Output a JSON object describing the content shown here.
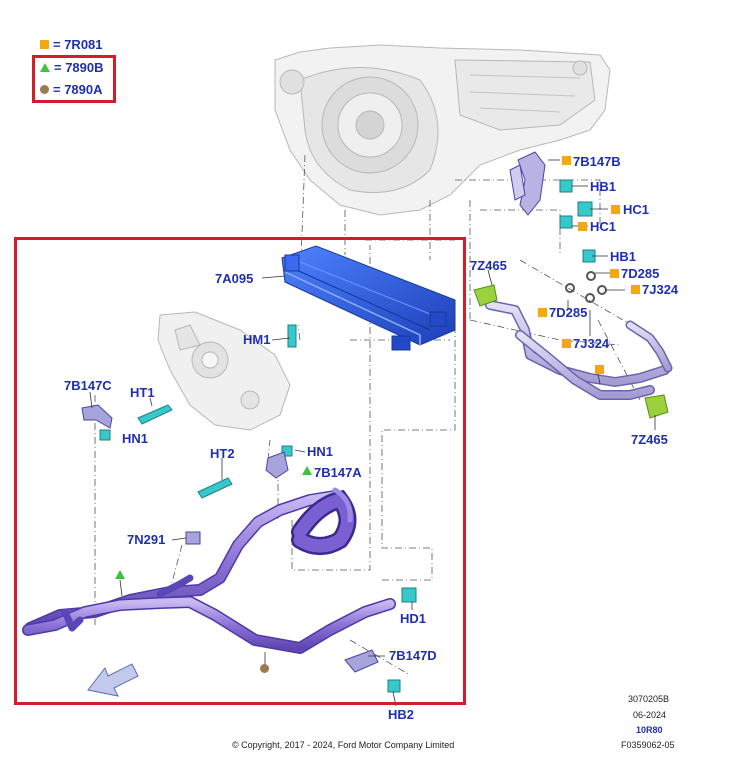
{
  "legend": {
    "square": "= 7R081",
    "triangle": "= 7890B",
    "circle": "= 7890A"
  },
  "labels": {
    "7B147B": "7B147B",
    "HB1_top": "HB1",
    "HC1_a": "HC1",
    "HC1_b": "HC1",
    "HB1_mid": "HB1",
    "7Z465_top": "7Z465",
    "7D285_a": "7D285",
    "7J324_a": "7J324",
    "7D285_b": "7D285",
    "7J324_b": "7J324",
    "7Z465_bottom": "7Z465",
    "7A095": "7A095",
    "HM1": "HM1",
    "7B147C": "7B147C",
    "HT1": "HT1",
    "HN1_left": "HN1",
    "HT2": "HT2",
    "HN1_right": "HN1",
    "7B147A": "7B147A",
    "7N291": "7N291",
    "HD1": "HD1",
    "7B147D": "7B147D",
    "HB2": "HB2"
  },
  "footer": {
    "doc_number": "3070205B",
    "date": "06-2024",
    "model": "10R80",
    "figure_id": "F0359062-05",
    "copyright": "© Copyright, 2017 - 2024, Ford Motor Company Limited"
  },
  "colors": {
    "label_blue": "#1f2fb0",
    "highlight_red": "#d01f2a",
    "square_orange": "#f3a711",
    "triangle_green": "#3dc43d",
    "circle_brown": "#9a7a50",
    "cooler_blue": "#2f5fe0",
    "tube_purple": "#8a6fd0",
    "fitting_teal": "#37c9c9",
    "seal_green": "#9bd13c"
  }
}
